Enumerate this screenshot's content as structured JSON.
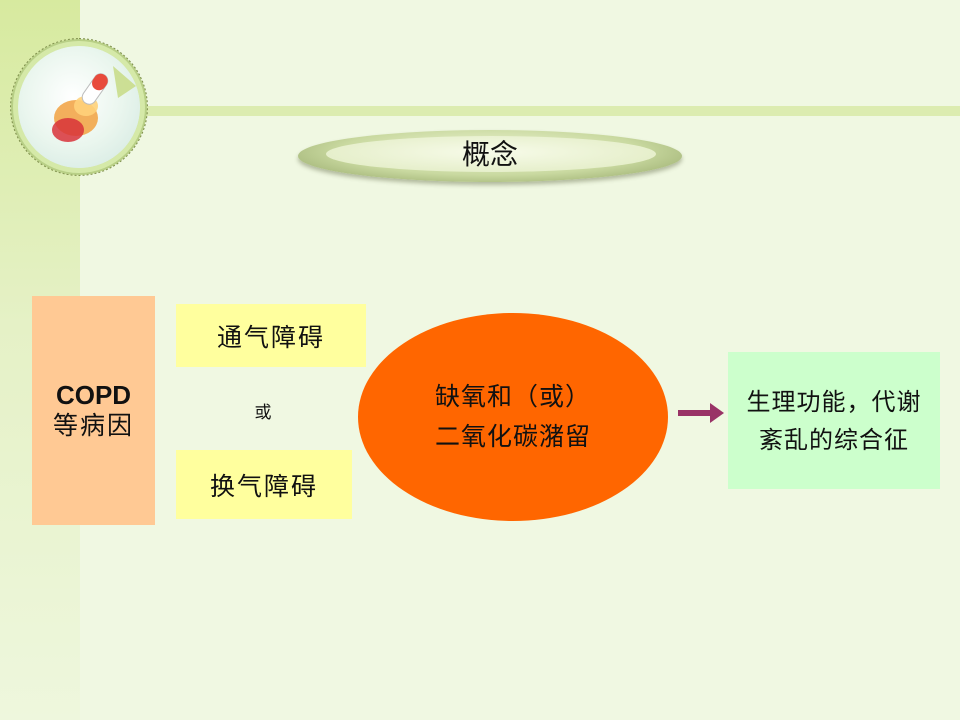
{
  "slide": {
    "title": "概念"
  },
  "diagram": {
    "cause": {
      "line1": "COPD",
      "line2": "等病因"
    },
    "ventilation_disorder": "通气障碍",
    "or_label": "或",
    "exchange_disorder": "换气障碍",
    "outcome": {
      "line1": "缺氧和（或）",
      "line2": "二氧化碳潴留"
    },
    "result": {
      "line1": "生理功能，代谢",
      "line2": "紊乱的综合征"
    }
  },
  "colors": {
    "cause_box": "#ffc994",
    "disorder_boxes": "#ffff9e",
    "outcome_ellipse": "#ff6600",
    "result_box": "#ccffcc",
    "arrow": "#993366",
    "background": "#f0f8e2"
  }
}
